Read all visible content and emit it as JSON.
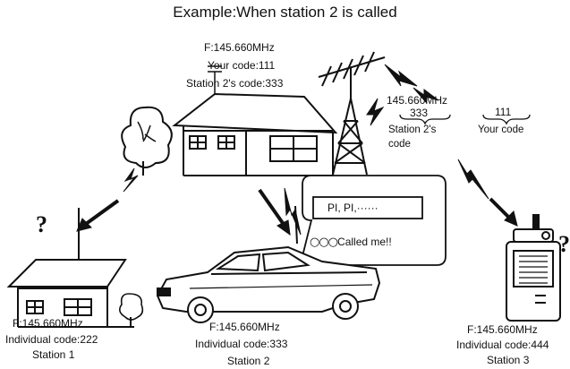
{
  "title": "Example:When station 2 is called",
  "home": {
    "line1": "F:145.660MHz",
    "line2": "Your code:111",
    "line3": "Station 2's code:333"
  },
  "signal": {
    "freq": "145.660MHz",
    "code_value": "333",
    "code_label_1": "Station 2's",
    "code_label_2": "code",
    "your_value": "111",
    "your_label": "Your code"
  },
  "bubble": {
    "display_text": "PI, PI,······",
    "circles": "○○○",
    "called": "Called me!!"
  },
  "question_mark": "?",
  "stations": [
    {
      "freq": "F:145.660MHz",
      "code": "Individual code:222",
      "name": "Station 1"
    },
    {
      "freq": "F:145.660MHz",
      "code": "Individual code:333",
      "name": "Station 2"
    },
    {
      "freq": "F:145.660MHz",
      "code": "Individual code:444",
      "name": "Station 3"
    }
  ],
  "colors": {
    "ink": "#111111",
    "background": "#ffffff"
  }
}
